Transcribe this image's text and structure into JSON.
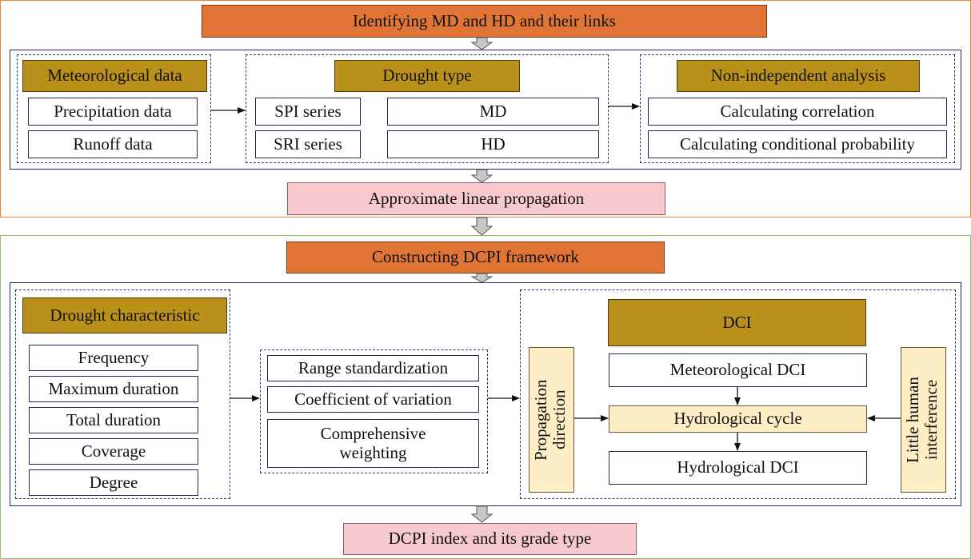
{
  "top": {
    "header": "Identifying MD and HD and their links",
    "meteorological": {
      "title": "Meteorological data",
      "items": [
        "Precipitation data",
        "Runoff data"
      ]
    },
    "drought_type": {
      "title": "Drought type",
      "series": [
        "SPI series",
        "SRI series"
      ],
      "types": [
        "MD",
        "HD"
      ]
    },
    "non_independent": {
      "title": "Non-independent analysis",
      "items": [
        "Calculating correlation",
        "Calculating conditional probability"
      ]
    },
    "result": "Approximate linear propagation"
  },
  "bottom": {
    "header": "Constructing DCPI framework",
    "drought_characteristic": {
      "title": "Drought characteristic",
      "items": [
        "Frequency",
        "Maximum duration",
        "Total duration",
        "Coverage",
        "Degree"
      ]
    },
    "weighting": {
      "items": [
        "Range standardization",
        "Coefficient of variation",
        "Comprehensive weighting"
      ]
    },
    "dci": {
      "title": "DCI",
      "propagation": "Propagation direction",
      "meteorological": "Meteorological DCI",
      "cycle": "Hydrological cycle",
      "hydrological": "Hydrological DCI",
      "interference": "Little human interference"
    },
    "result": "DCPI index and its grade type"
  },
  "colors": {
    "orange": "#e07535",
    "gold": "#b8901a",
    "pink": "#f5c9cd",
    "cream": "#fdeec6",
    "navy": "#1f2a5a",
    "orange_border": "#e8843c",
    "green_border": "#8fc26b"
  }
}
